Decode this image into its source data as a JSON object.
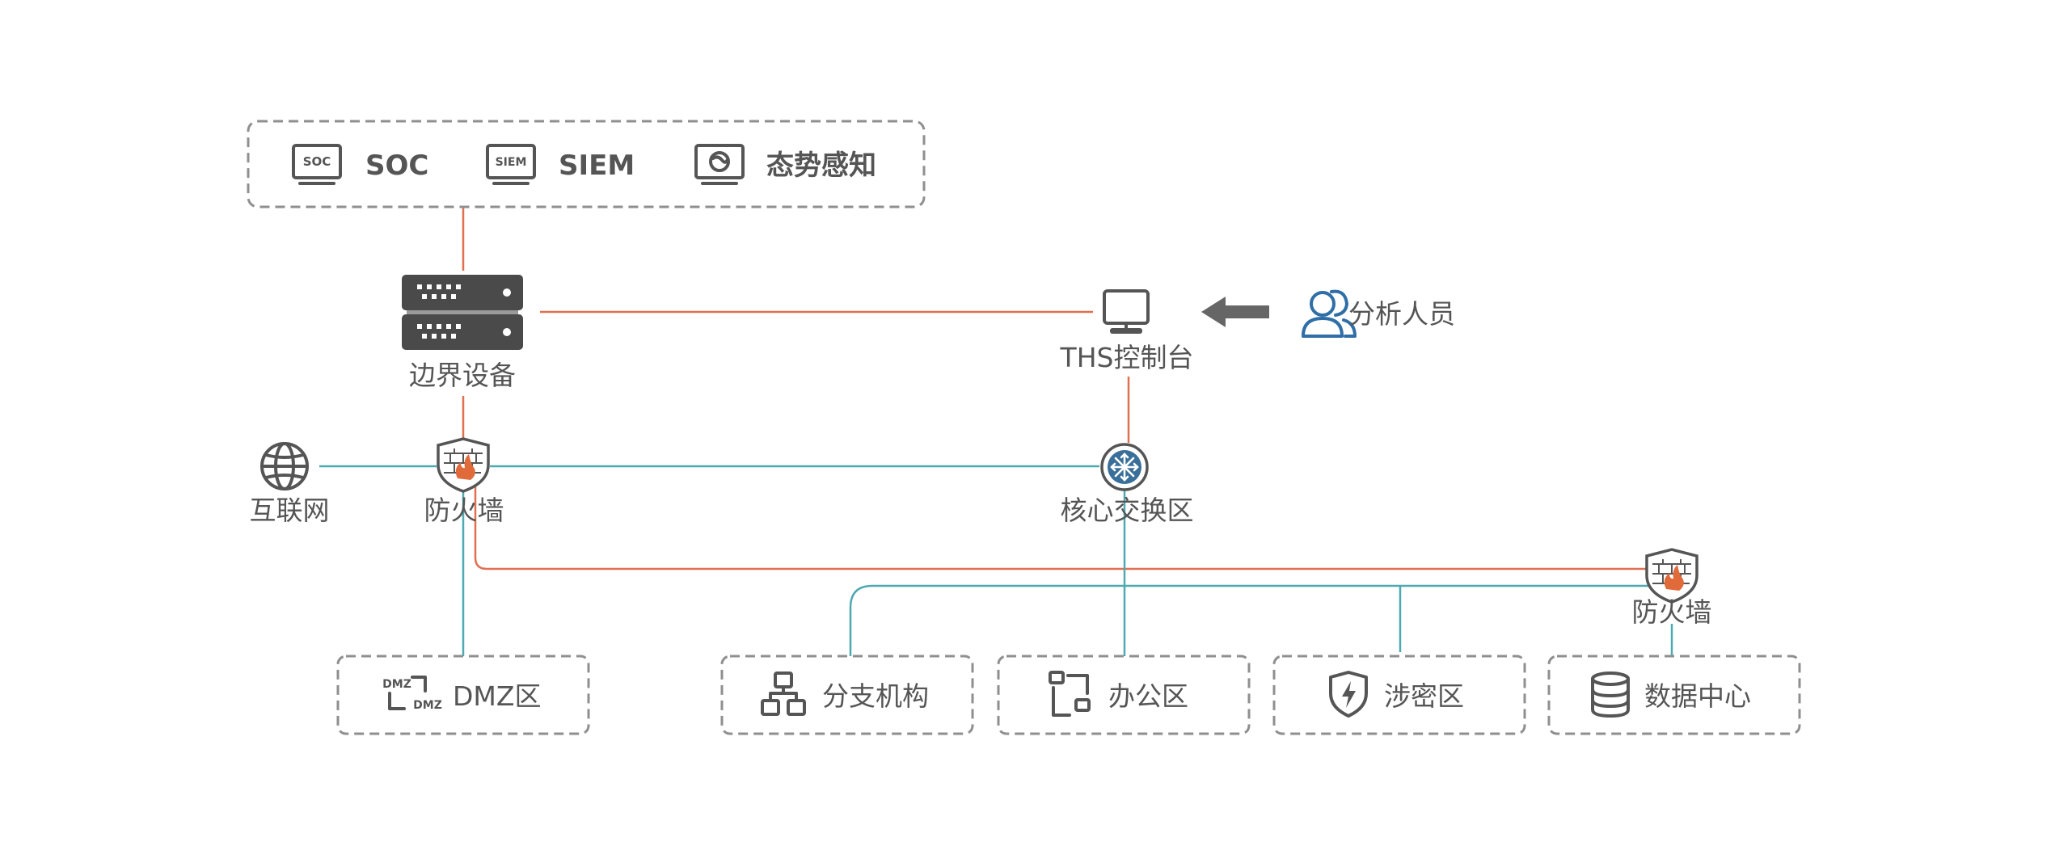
{
  "colors": {
    "link_red": "#e0704f",
    "link_teal": "#4ea9b0",
    "icon_gray": "#555555",
    "analyst_blue": "#2f6ea6",
    "switch_blue": "#3a6f9a",
    "firewall_flame": "#e06a3a"
  },
  "top_group": {
    "items": [
      {
        "icon": "soc-monitor-icon",
        "icon_text": "SOC",
        "label": "SOC"
      },
      {
        "icon": "siem-monitor-icon",
        "icon_text": "SIEM",
        "label": "SIEM"
      },
      {
        "icon": "situation-monitor-icon",
        "label": "态势感知"
      }
    ]
  },
  "nodes": {
    "border_device": {
      "icon": "server-icon",
      "label": "边界设备"
    },
    "ths_console": {
      "icon": "monitor-icon",
      "label": "THS控制台"
    },
    "analyst": {
      "icon": "users-icon",
      "label": "分析人员"
    },
    "internet": {
      "icon": "globe-icon",
      "label": "互联网"
    },
    "firewall_main": {
      "icon": "firewall-icon",
      "label": "防火墙"
    },
    "core_switch": {
      "icon": "switch-icon",
      "label": "核心交换区"
    },
    "firewall_dc": {
      "icon": "firewall-icon",
      "label": "防火墙"
    }
  },
  "zones": [
    {
      "icon": "dmz-icon",
      "icon_text_a": "DMZ",
      "icon_text_b": "DMZ",
      "label": "DMZ区"
    },
    {
      "icon": "org-tree-icon",
      "label": "分支机构"
    },
    {
      "icon": "office-icon",
      "label": "办公区"
    },
    {
      "icon": "shield-bolt-icon",
      "label": "涉密区"
    },
    {
      "icon": "database-icon",
      "label": "数据中心"
    }
  ]
}
